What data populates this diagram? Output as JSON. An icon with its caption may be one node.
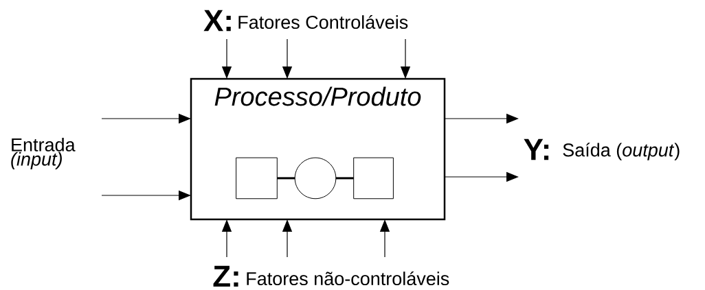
{
  "diagram": {
    "nodes": [
      {
        "text": [
          "Processo/Produto"
        ]
      },
      {
        "text": [],
        "shape": "box",
        "in": 0
      },
      {
        "text": [],
        "shape": "circle",
        "in": 0
      },
      {
        "text": [],
        "shape": "box",
        "in": 0
      }
    ],
    "edges": [
      {
        "from": null,
        "to": 0,
        "arrow": "to"
      },
      {
        "from": null,
        "to": 0,
        "arrow": "to"
      },
      {
        "from": null,
        "to": 0,
        "arrow": "to"
      },
      {
        "from": null,
        "to": 0,
        "arrow": "to"
      },
      {
        "from": null,
        "to": 0,
        "arrow": "to"
      },
      {
        "from": null,
        "to": 0,
        "arrow": "to"
      },
      {
        "from": null,
        "to": 0,
        "arrow": "to"
      },
      {
        "from": null,
        "to": 0,
        "arrow": "to"
      },
      {
        "from": 0,
        "to": null,
        "arrow": "to"
      },
      {
        "from": 0,
        "to": null,
        "arrow": "to"
      },
      {
        "from": 1,
        "to": 2,
        "arrow": "none",
        "style": "thick"
      },
      {
        "from": 2,
        "to": 3,
        "arrow": "none",
        "style": "thick"
      }
    ],
    "labels": [
      "X:",
      "Fatores Controláveis",
      "Entrada *(input)*",
      "Y:",
      "Saída (*output*)",
      "Z:",
      "Fatores não-controláveis"
    ]
  }
}
